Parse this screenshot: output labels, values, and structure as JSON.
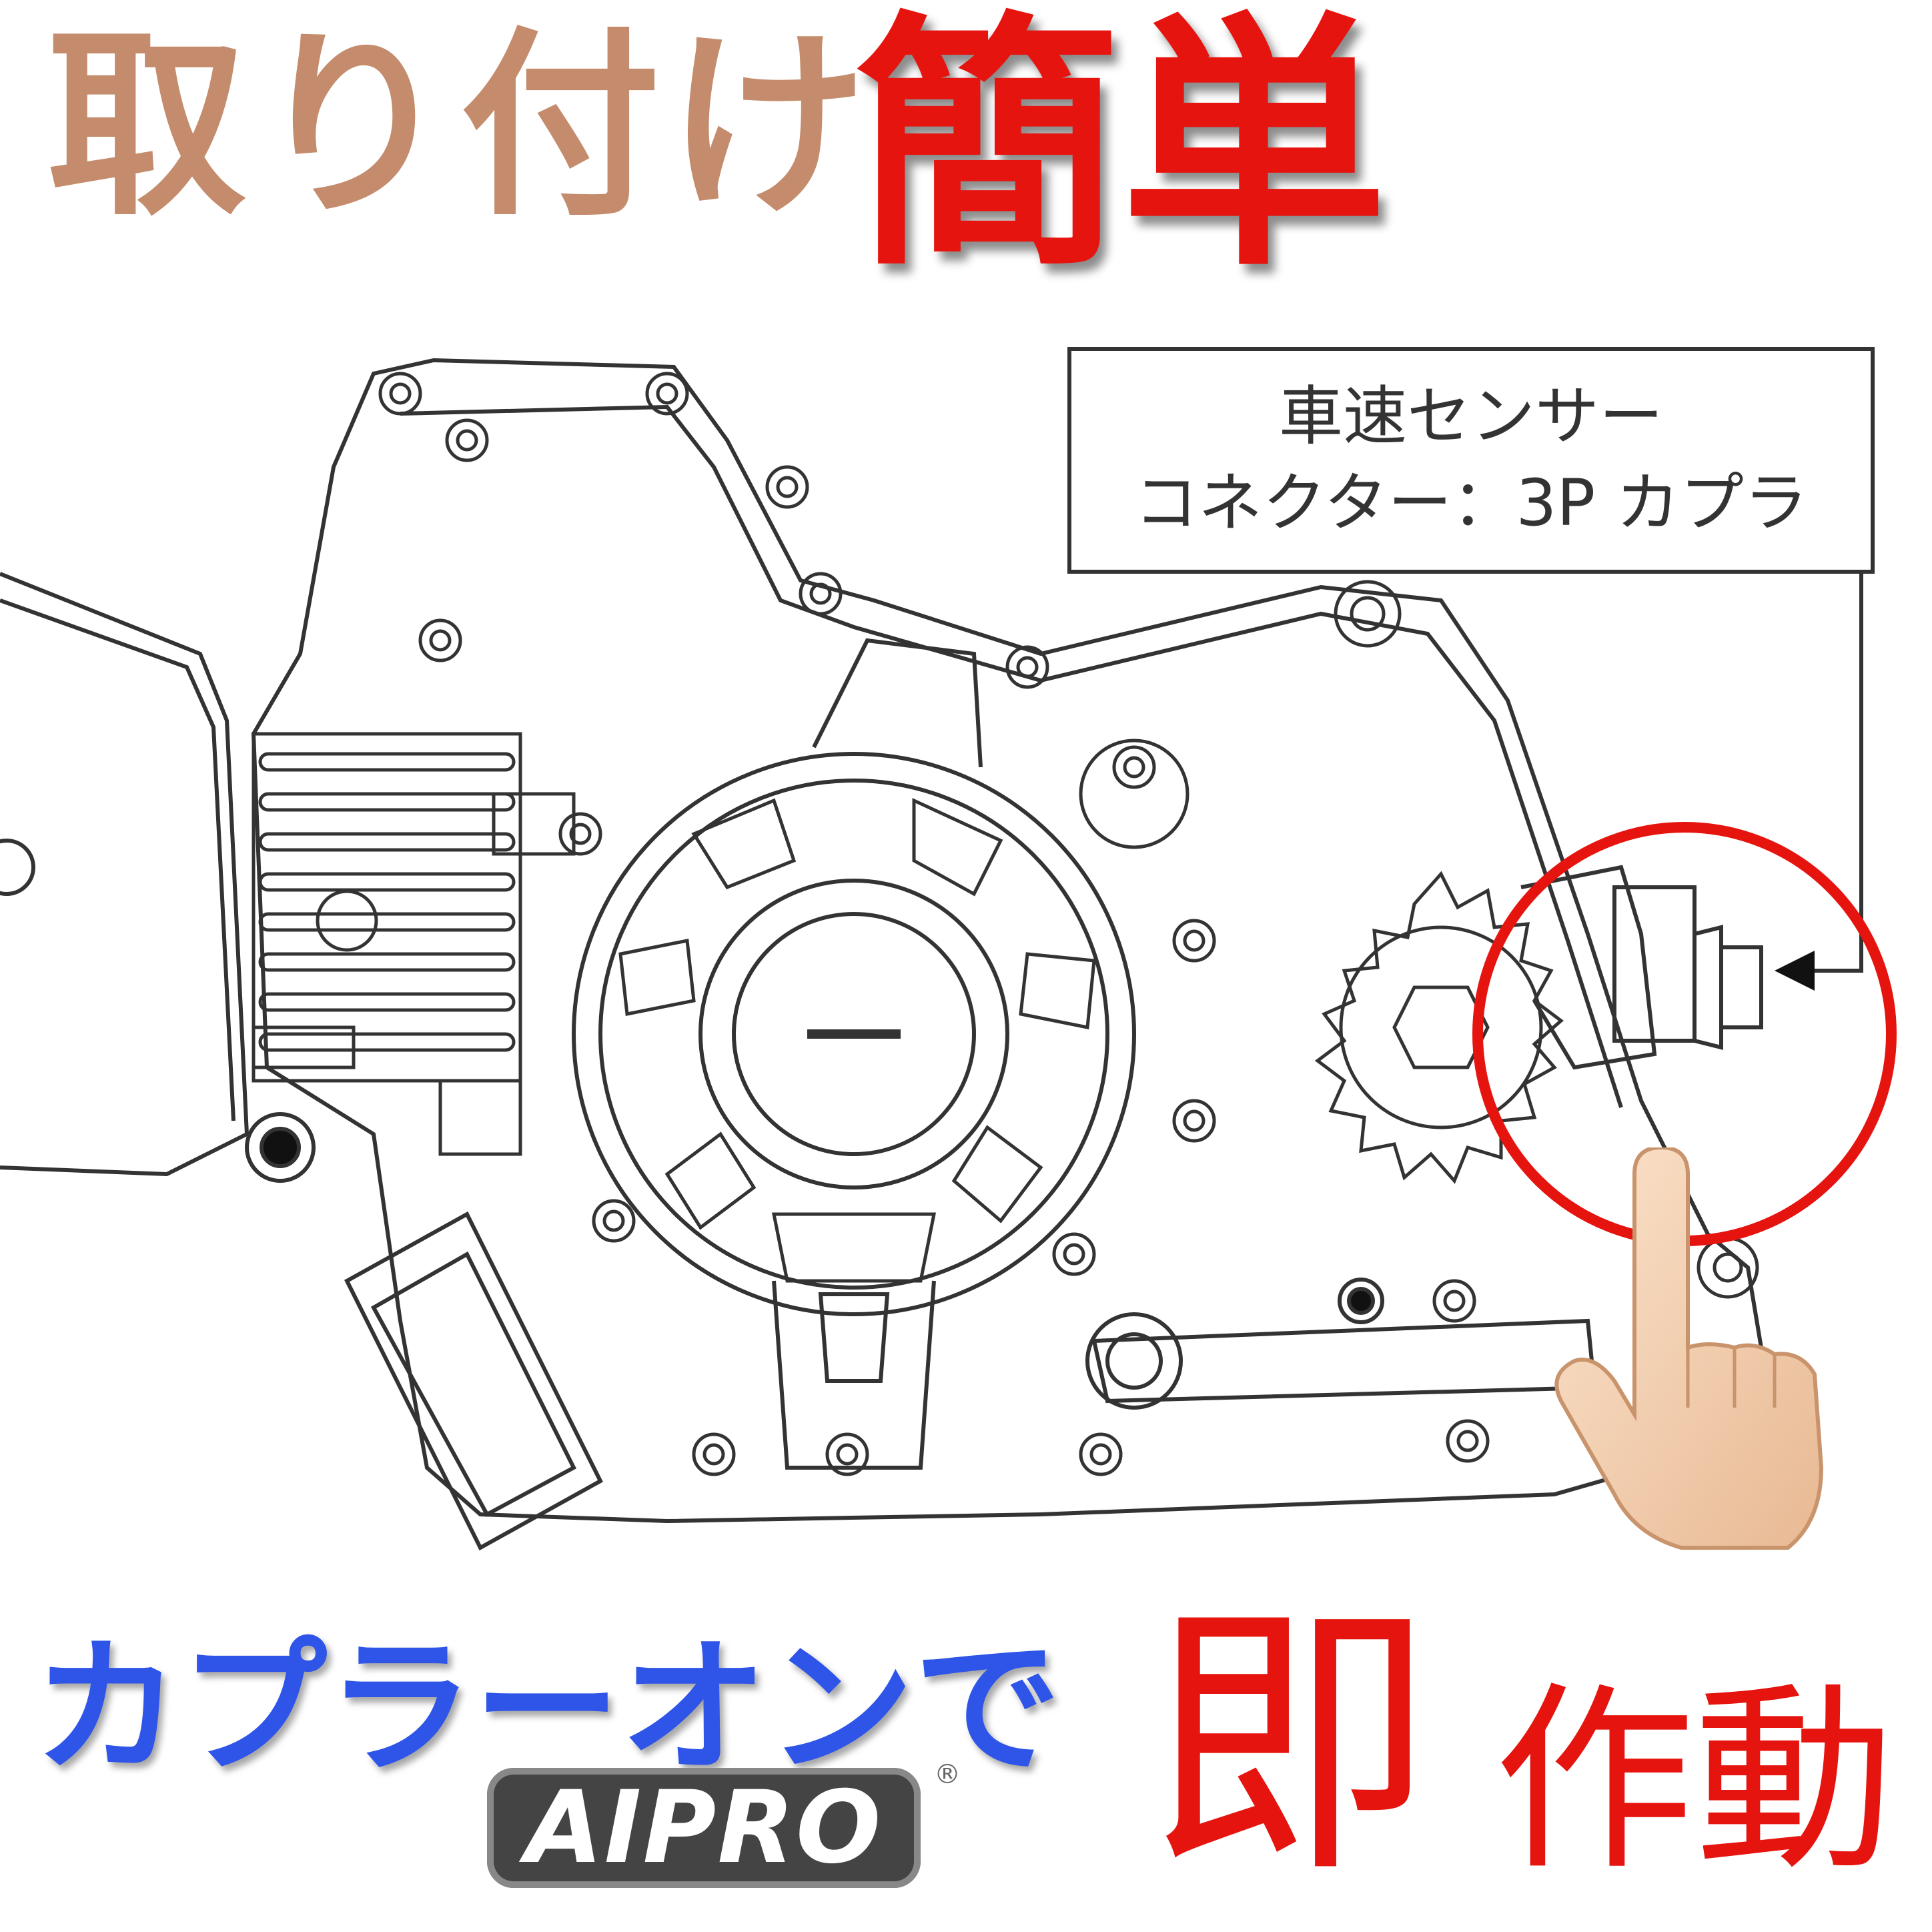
{
  "headline": {
    "part1": "取り付け",
    "part2": "簡単"
  },
  "callout": {
    "line1": "車速センサー",
    "line2": "コネクター：3P カプラ"
  },
  "footer": {
    "part1": "カプラーオンで",
    "part2": "即",
    "part3": "作動"
  },
  "logo": {
    "text": "AIPRO",
    "registered": "®"
  },
  "icons": {
    "pointer": "pointing-finger-icon",
    "highlight": "red-circle-highlight"
  },
  "colors": {
    "headline_brown": "#c48c6c",
    "accent_red": "#e6140f",
    "footer_blue": "#2f55e8",
    "logo_gray": "#444444"
  }
}
